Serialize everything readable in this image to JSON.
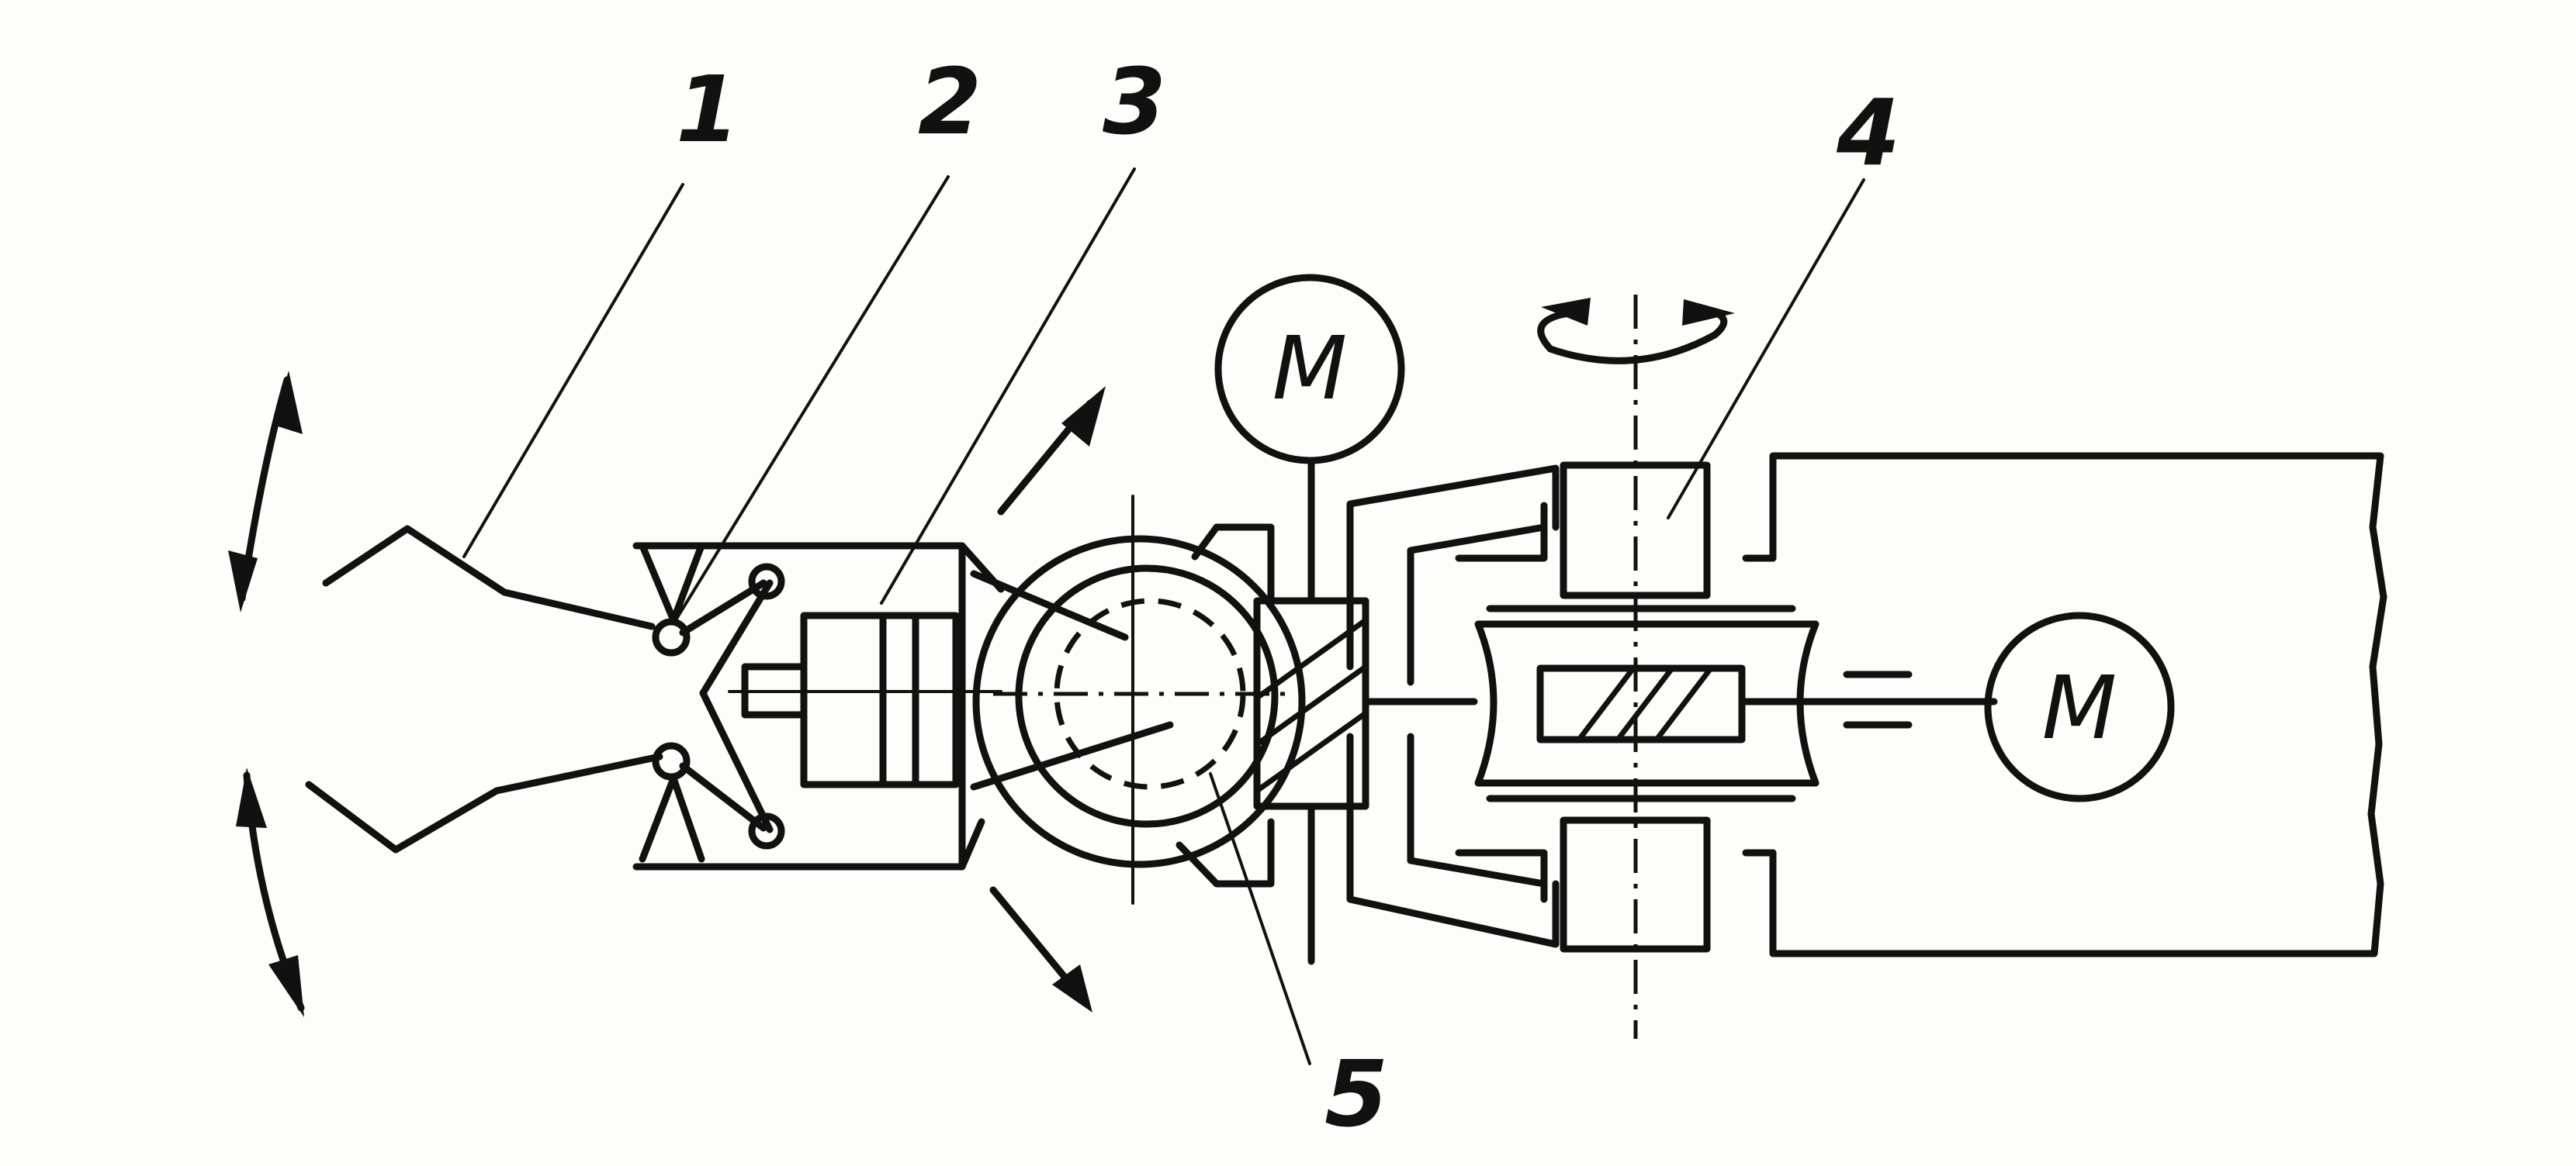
{
  "callouts": [
    {
      "id": "1",
      "text": "1"
    },
    {
      "id": "2",
      "text": "2"
    },
    {
      "id": "3",
      "text": "3"
    },
    {
      "id": "4",
      "text": "4"
    },
    {
      "id": "5",
      "text": "5"
    }
  ],
  "motors": [
    {
      "id": "motor-top",
      "text": "M"
    },
    {
      "id": "motor-right",
      "text": "M"
    }
  ],
  "colors": {
    "ink": "#111111",
    "paper": "#fdfdfb"
  }
}
